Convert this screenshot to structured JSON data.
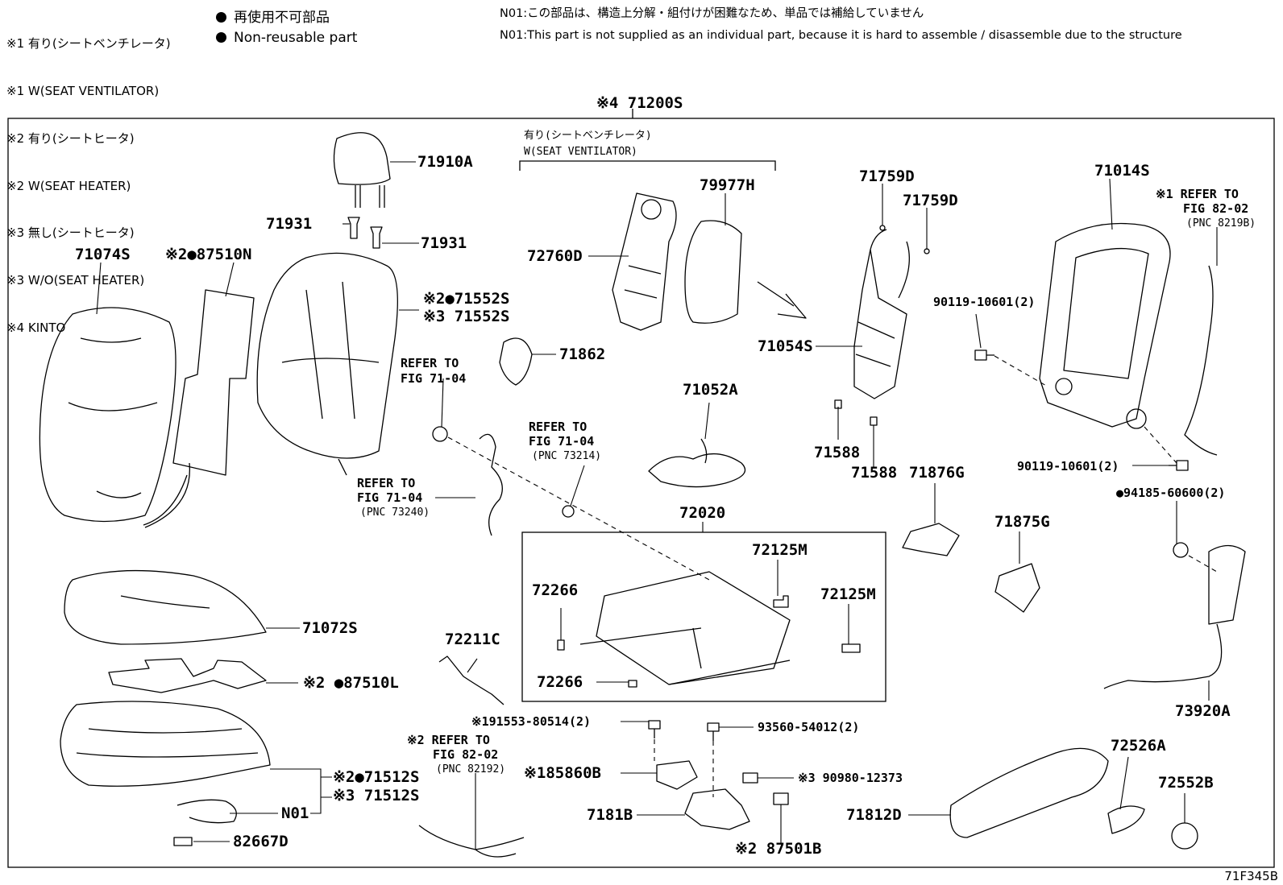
{
  "legend": [
    "※1 有り(シートベンチレータ)",
    "※1 W(SEAT VENTILATOR)",
    "※2 有り(シートヒータ)",
    "※2 W(SEAT HEATER)",
    "※3 無し(シートヒータ)",
    "※3 W/O(SEAT HEATER)",
    "※4 KINTO"
  ],
  "non_reusable": {
    "jp": "再使用不可部品",
    "en": "Non-reusable part"
  },
  "note": {
    "jp": "N01:この部品は、構造上分解・組付けが困難なため、単品では補給していません",
    "en": "N01:This part is not supplied as an individual part, because it is hard to assemble / disassemble due to the structure"
  },
  "assembly_label": "※4 71200S",
  "figure_id": "71F345B",
  "ventilator_group": {
    "jp": "有り(シートベンチレータ)",
    "en": "W(SEAT VENTILATOR)"
  },
  "refs": {
    "fig7104_a": [
      "REFER TO",
      "FIG 71-04"
    ],
    "fig7104_b": [
      "REFER TO",
      "FIG 71-04",
      "(PNC 73214)"
    ],
    "fig7104_c": [
      "REFER TO",
      "FIG 71-04",
      "(PNC 73240)"
    ],
    "fig8202_a": [
      "※1 REFER TO",
      "FIG 82-02",
      "(PNC 8219B)"
    ],
    "fig8202_b": [
      "※2 REFER TO",
      "FIG 82-02",
      "(PNC 82192)"
    ]
  },
  "parts": {
    "p71910A": "71910A",
    "p71931a": "71931",
    "p71931b": "71931",
    "p71074S": "71074S",
    "p87510N": "※2●87510N",
    "p71552S_2": "※2●71552S",
    "p71552S_3": "※3 71552S",
    "p71862": "71862",
    "p72760D": "72760D",
    "p79977H": "79977H",
    "p71759Da": "71759D",
    "p71759Db": "71759D",
    "p71054S": "71054S",
    "p71014S": "71014S",
    "p90119a": "90119-10601(2)",
    "p90119b": "90119-10601(2)",
    "p71052A": "71052A",
    "p71588a": "71588",
    "p71588b": "71588",
    "p71876G": "71876G",
    "p71875G": "71875G",
    "p94185": "●94185-60600(2)",
    "p72020": "72020",
    "p72125Ma": "72125M",
    "p72125Mb": "72125M",
    "p72266a": "72266",
    "p72266b": "72266",
    "p72211C": "72211C",
    "p71072S": "71072S",
    "p87510L": "※2 ●87510L",
    "p71512S_2": "※2●71512S",
    "p71512S_3": "※3 71512S",
    "pN01": "N01",
    "p82667D": "82667D",
    "p19155": "※191553-80514(2)",
    "p85860B": "※185860B",
    "p93560": "93560-54012(2)",
    "p90980": "※3 90980-12373",
    "p7181B": "7181B",
    "p87501B": "※2 87501B",
    "p71812D": "71812D",
    "p72526A": "72526A",
    "p72552B": "72552B",
    "p73920A": "73920A"
  }
}
